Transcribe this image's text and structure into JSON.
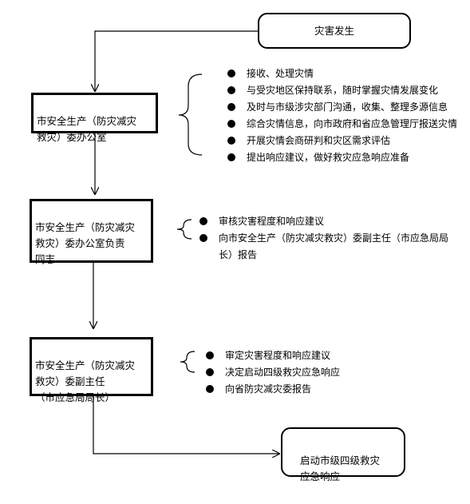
{
  "start": {
    "label": "灾害发生"
  },
  "steps": [
    {
      "label": "市安全生产（防灾减灾\n救灾）委办公室",
      "items": [
        "接收、处理灾情",
        "与受灾地区保持联系，随时掌握灾情发展变化",
        "及时与市级涉灾部门沟通，收集、整理多源信息",
        "综合灾情信息，向市政府和省应急管理厅报送灾情",
        "开展灾情会商研判和灾区需求评估",
        "提出响应建议，做好救灾应急响应准备"
      ]
    },
    {
      "label": "市安全生产（防灾减灾\n救灾）委办公室负责\n同志",
      "items": [
        "审核灾害程度和响应建议",
        "向市安全生产（防灾减灾救灾）委副主任（市应急局局长）报告"
      ]
    },
    {
      "label": "市安全生产（防灾减灾\n救灾）委副主任\n（市应急局局长）",
      "items": [
        "审定灾害程度和响应建议",
        "决定启动四级救灾应急响应",
        "向省防灾减灾委报告"
      ]
    }
  ],
  "end": {
    "label": "启动市级四级救灾\n应急响应"
  }
}
